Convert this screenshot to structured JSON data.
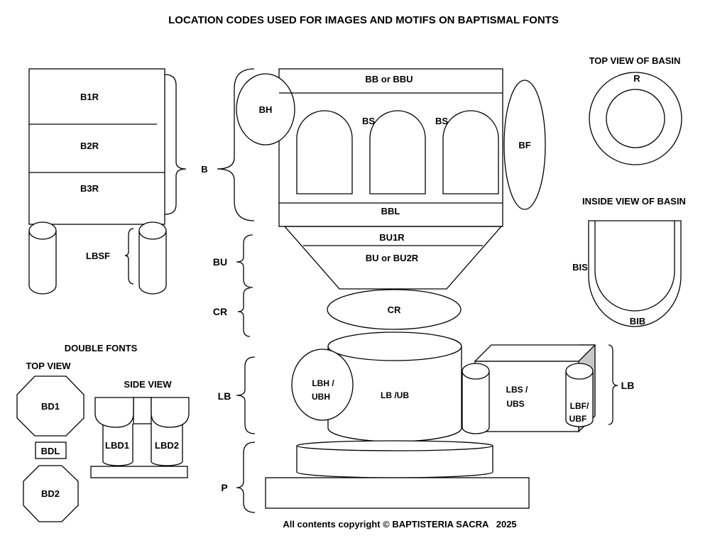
{
  "title": "LOCATION CODES USED FOR IMAGES AND MOTIFS ON BAPTISMAL FONTS",
  "footer": "All contents copyright © BAPTISTERIA SACRA   2025",
  "left_box": {
    "b1r": "B1R",
    "b2r": "B2R",
    "b3r": "B3R",
    "brace": "B",
    "lbsf": "LBSF"
  },
  "main_font": {
    "bb": "BB or BBU",
    "bh": "BH",
    "bs1": "BS",
    "bs2": "BS",
    "bf": "BF",
    "bbl": "BBL",
    "bu1r": "BU1R",
    "bu2r": "BU or BU2R",
    "bu": "BU",
    "cr_left": "CR",
    "cr": "CR",
    "lb_left": "LB",
    "lbh_line1": "LBH /",
    "lbh_line2": "UBH",
    "lb_ub": "LB /UB",
    "lbs_line1": "LBS /",
    "lbs_line2": "UBS",
    "lbf_line1": "LBF/",
    "lbf_line2": "UBF",
    "lb_right": "LB",
    "p": "P"
  },
  "top_view": {
    "heading": "TOP VIEW OF BASIN",
    "r": "R"
  },
  "inside_view": {
    "heading": "INSIDE VIEW OF BASIN",
    "bis": "BIS",
    "bib": "BIB"
  },
  "double_fonts": {
    "heading": "DOUBLE FONTS",
    "top_view": "TOP VIEW",
    "side_view": "SIDE VIEW",
    "bd1": "BD1",
    "bdl": "BDL",
    "bd2": "BD2",
    "lbd1": "LBD1",
    "lbd2": "LBD2"
  }
}
